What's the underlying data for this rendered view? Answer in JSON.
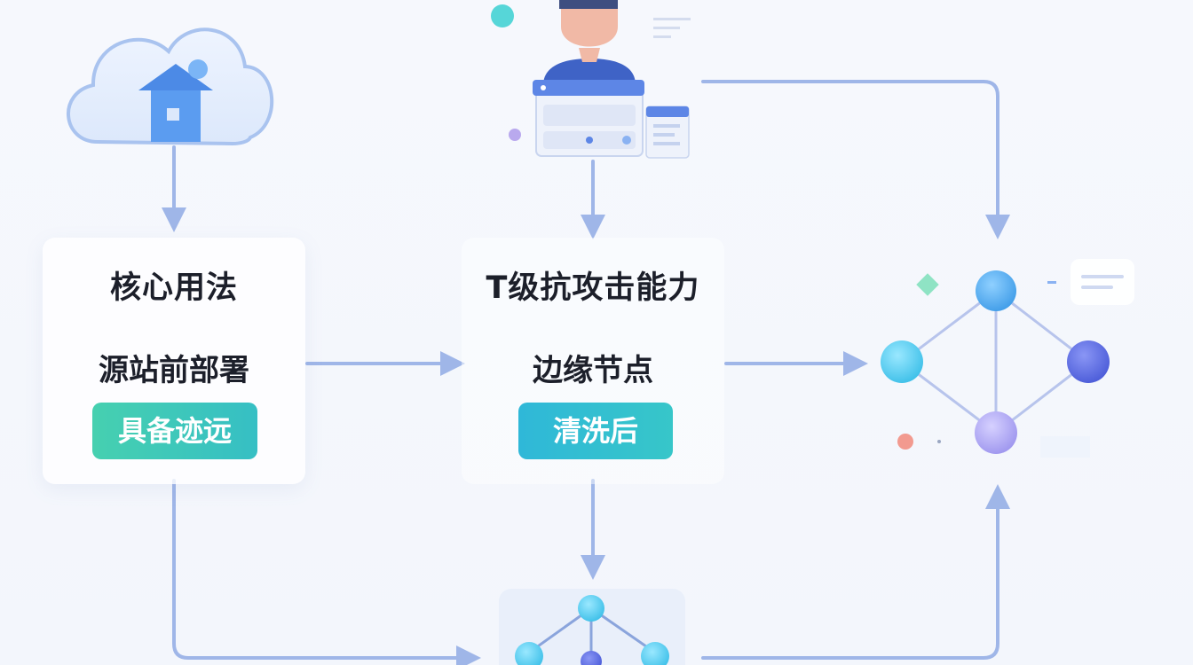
{
  "diagram": {
    "left_block": {
      "title": "核心用法",
      "subtitle": "源站前部署",
      "badge": "具备迹远"
    },
    "middle_block": {
      "title": "T级抗攻击能力",
      "subtitle": "边缘节点",
      "badge": "清洗后"
    }
  },
  "icons": {
    "cloud": "cloud-house-icon",
    "user": "user-avatar-icon",
    "browser": "browser-window-icon",
    "network_right": "network-node-graph-icon",
    "network_bottom": "network-node-graph-icon"
  },
  "colors": {
    "arrow": "#9fb6e8",
    "badge_green": "#3cc7b6",
    "badge_teal": "#2fb8d8",
    "node_blue": "#5aa8f0",
    "node_indigo": "#5d6fe0",
    "node_purple": "#a9a3f0"
  }
}
